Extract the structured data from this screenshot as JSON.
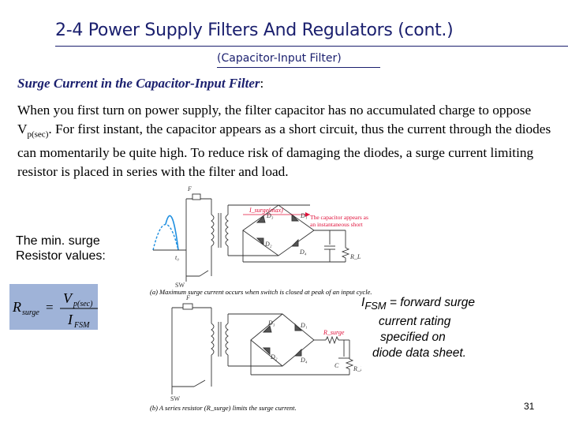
{
  "slide": {
    "title": "2-4 Power Supply Filters And Regulators (cont.)",
    "subtitle": "(Capacitor-Input Filter)",
    "section_heading": "Surge Current in the Capacitor-Input Filter",
    "section_colon": ":",
    "paragraph": {
      "part1": "When you first turn on power supply, the filter capacitor has no accumulated charge to oppose V",
      "subscript": "p(sec)",
      "part2": ". For first instant, the capacitor appears as a short circuit, thus the current through the diodes can momentarily be quite high. To reduce risk of damaging the diodes, a surge current limiting resistor is placed in series with the filter and load."
    },
    "min_surge_line1": "The min. surge",
    "min_surge_line2": "Resistor values:",
    "ifsm_note": {
      "symbol": "I",
      "subscript": "FSM",
      "line1_rest": " = forward surge",
      "line2": "current rating",
      "line3": "specified on",
      "line4": "diode data sheet."
    },
    "page_number": "31"
  },
  "formula": {
    "lhs": "R",
    "lhs_sub": "surge",
    "equals": "=",
    "numerator": "V",
    "numerator_sub": "p(sec)",
    "denominator": "I",
    "denominator_sub": "FSM"
  },
  "circuit_a": {
    "caption": "(a) Maximum surge current occurs when switch is closed at peak of an input cycle.",
    "label_f": "F",
    "label_sw": "SW",
    "label_t0": "t₀",
    "label_isurge": "I_surge(max)",
    "label_d1": "D₁",
    "label_d2": "D₂",
    "label_d3": "D₃",
    "label_d4": "D₄",
    "label_rl": "R_L",
    "annotation_line1": "The capacitor appears as",
    "annotation_line2": "an instantaneous short"
  },
  "circuit_b": {
    "caption": "(b) A series resistor (R_surge) limits the surge current.",
    "label_f": "F",
    "label_sw": "SW",
    "label_d1": "D₁",
    "label_d2": "D₂",
    "label_d3": "D₃",
    "label_d4": "D₄",
    "label_rsurge": "R_surge",
    "label_c": "C",
    "label_rl": "R_L"
  },
  "colors": {
    "title": "#1a1f6e",
    "sine_wave": "#1f8fe0",
    "annotation": "#e0103a",
    "formula_box": "#9fb3d8",
    "circuit": "#333333"
  }
}
